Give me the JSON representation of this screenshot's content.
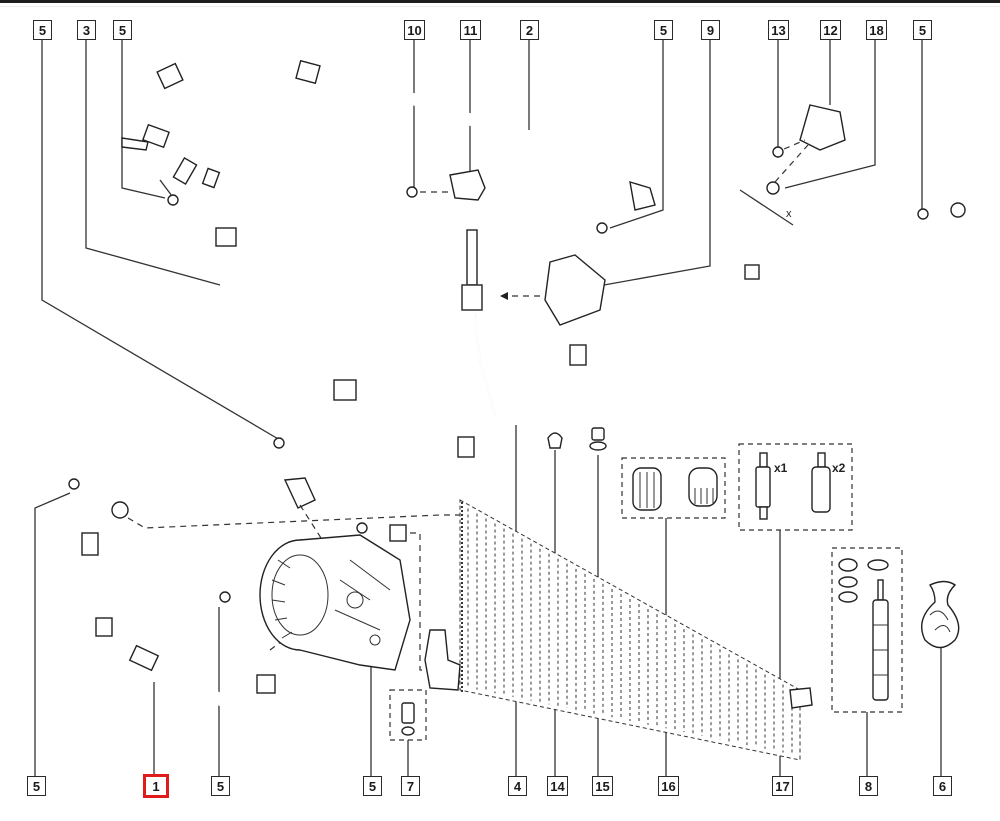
{
  "diagram": {
    "title": "Air conditioning refrigerant circuit — exploded parts diagram",
    "highlighted_callout": "1",
    "highlight_color": "#e01b1b",
    "callouts_top": [
      {
        "id": "c-top-5a",
        "label": "5"
      },
      {
        "id": "c-top-3",
        "label": "3"
      },
      {
        "id": "c-top-5b",
        "label": "5"
      },
      {
        "id": "c-top-10",
        "label": "10"
      },
      {
        "id": "c-top-11",
        "label": "11"
      },
      {
        "id": "c-top-2",
        "label": "2"
      },
      {
        "id": "c-top-5c",
        "label": "5"
      },
      {
        "id": "c-top-9",
        "label": "9"
      },
      {
        "id": "c-top-13",
        "label": "13"
      },
      {
        "id": "c-top-12",
        "label": "12"
      },
      {
        "id": "c-top-18",
        "label": "18"
      },
      {
        "id": "c-top-5d",
        "label": "5"
      }
    ],
    "callouts_bottom": [
      {
        "id": "c-bot-5a",
        "label": "5"
      },
      {
        "id": "c-bot-1",
        "label": "1"
      },
      {
        "id": "c-bot-5b",
        "label": "5"
      },
      {
        "id": "c-bot-5c",
        "label": "5"
      },
      {
        "id": "c-bot-7",
        "label": "7"
      },
      {
        "id": "c-bot-4",
        "label": "4"
      },
      {
        "id": "c-bot-14",
        "label": "14"
      },
      {
        "id": "c-bot-15",
        "label": "15"
      },
      {
        "id": "c-bot-16",
        "label": "16"
      },
      {
        "id": "c-bot-17",
        "label": "17"
      },
      {
        "id": "c-bot-8",
        "label": "8"
      },
      {
        "id": "c-bot-6",
        "label": "6"
      }
    ],
    "quantity_labels": {
      "valve_a": "x1",
      "valve_b": "x2"
    },
    "dimension_label": "x"
  }
}
